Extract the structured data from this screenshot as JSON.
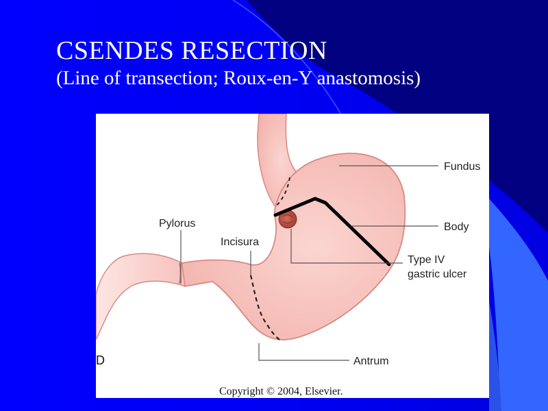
{
  "slide": {
    "title": "CSENDES RESECTION",
    "subtitle": "(Line of transection; Roux-en-Y anastomosis)",
    "colors": {
      "background": "#0000ff",
      "dark_band": "#000080",
      "accent_band": "#3366ff",
      "title_text": "#ffffff"
    }
  },
  "figure": {
    "panel_letter": "D",
    "labels": {
      "fundus": "Fundus",
      "body": "Body",
      "ulcer_line1": "Type IV",
      "ulcer_line2": "gastric ulcer",
      "pylorus": "Pylorus",
      "incisura": "Incisura",
      "antrum": "Antrum"
    },
    "copyright": "Copyright © 2004, Elsevier.",
    "colors": {
      "stomach_fill": "#f8c8c4",
      "stomach_outline": "#d58a84",
      "ulcer": "#b84a3e",
      "transection_line": "#000000",
      "dashed_line": "#222222",
      "leader_lines": "#555555"
    }
  }
}
